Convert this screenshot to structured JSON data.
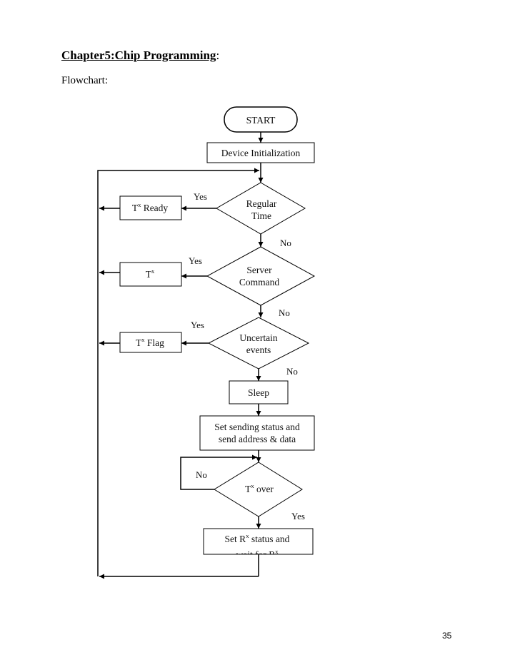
{
  "document": {
    "chapter_title": "Chapter5:Chip Programming",
    "chapter_colon": ":",
    "section_label": "Flowchart:",
    "page_number": "35"
  },
  "flowchart": {
    "start": "START",
    "init": "Device Initialization",
    "decision_regular": {
      "line1": "Regular",
      "line2": "Time"
    },
    "decision_server": {
      "line1": "Server",
      "line2": "Command"
    },
    "decision_uncertain": {
      "line1": "Uncertain",
      "line2": "events"
    },
    "decision_tx_over": {
      "base": "T",
      "sup": "x",
      "rest": " over"
    },
    "box_tx_ready": {
      "base": "T",
      "sup": "x",
      "rest": " Ready"
    },
    "box_tx": {
      "base": "T",
      "sup": "x"
    },
    "box_tx_flag": {
      "base": "T",
      "sup": "x",
      "rest": " Flag"
    },
    "sleep": "Sleep",
    "set_sending": {
      "line1": "Set sending status and",
      "line2": "send address & data"
    },
    "set_rx": {
      "line1a": "Set R",
      "line1_sup": "x",
      "line1b": " status and",
      "line2a": "wait for R",
      "line2_sup": "x"
    },
    "labels": {
      "yes": "Yes",
      "no": "No"
    }
  }
}
